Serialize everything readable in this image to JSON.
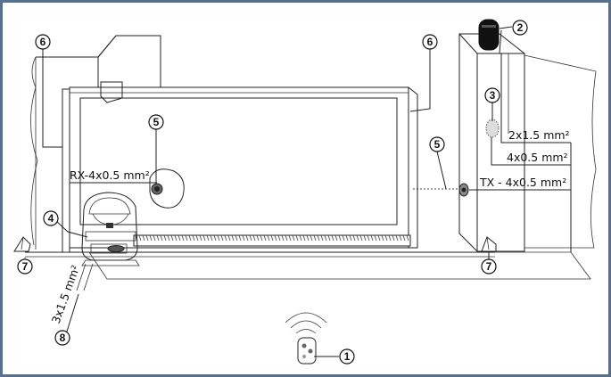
{
  "callouts": {
    "c1": "1",
    "c2": "2",
    "c3": "3",
    "c4": "4",
    "c5a": "5",
    "c5b": "5",
    "c6a": "6",
    "c6b": "6",
    "c7a": "7",
    "c7b": "7",
    "c8": "8"
  },
  "cables": {
    "flashing_light": "2x1.5 mm²",
    "key_selector": "4x0.5 mm²",
    "transmitter": "TX - 4x0.5 mm²",
    "receiver": "RX-4x0.5 mm²",
    "power": "3x1.5 mm²"
  },
  "colors": {
    "border": "#5a6f8c",
    "gate_panel": "#8c8c8c",
    "stroke": "#222222"
  }
}
